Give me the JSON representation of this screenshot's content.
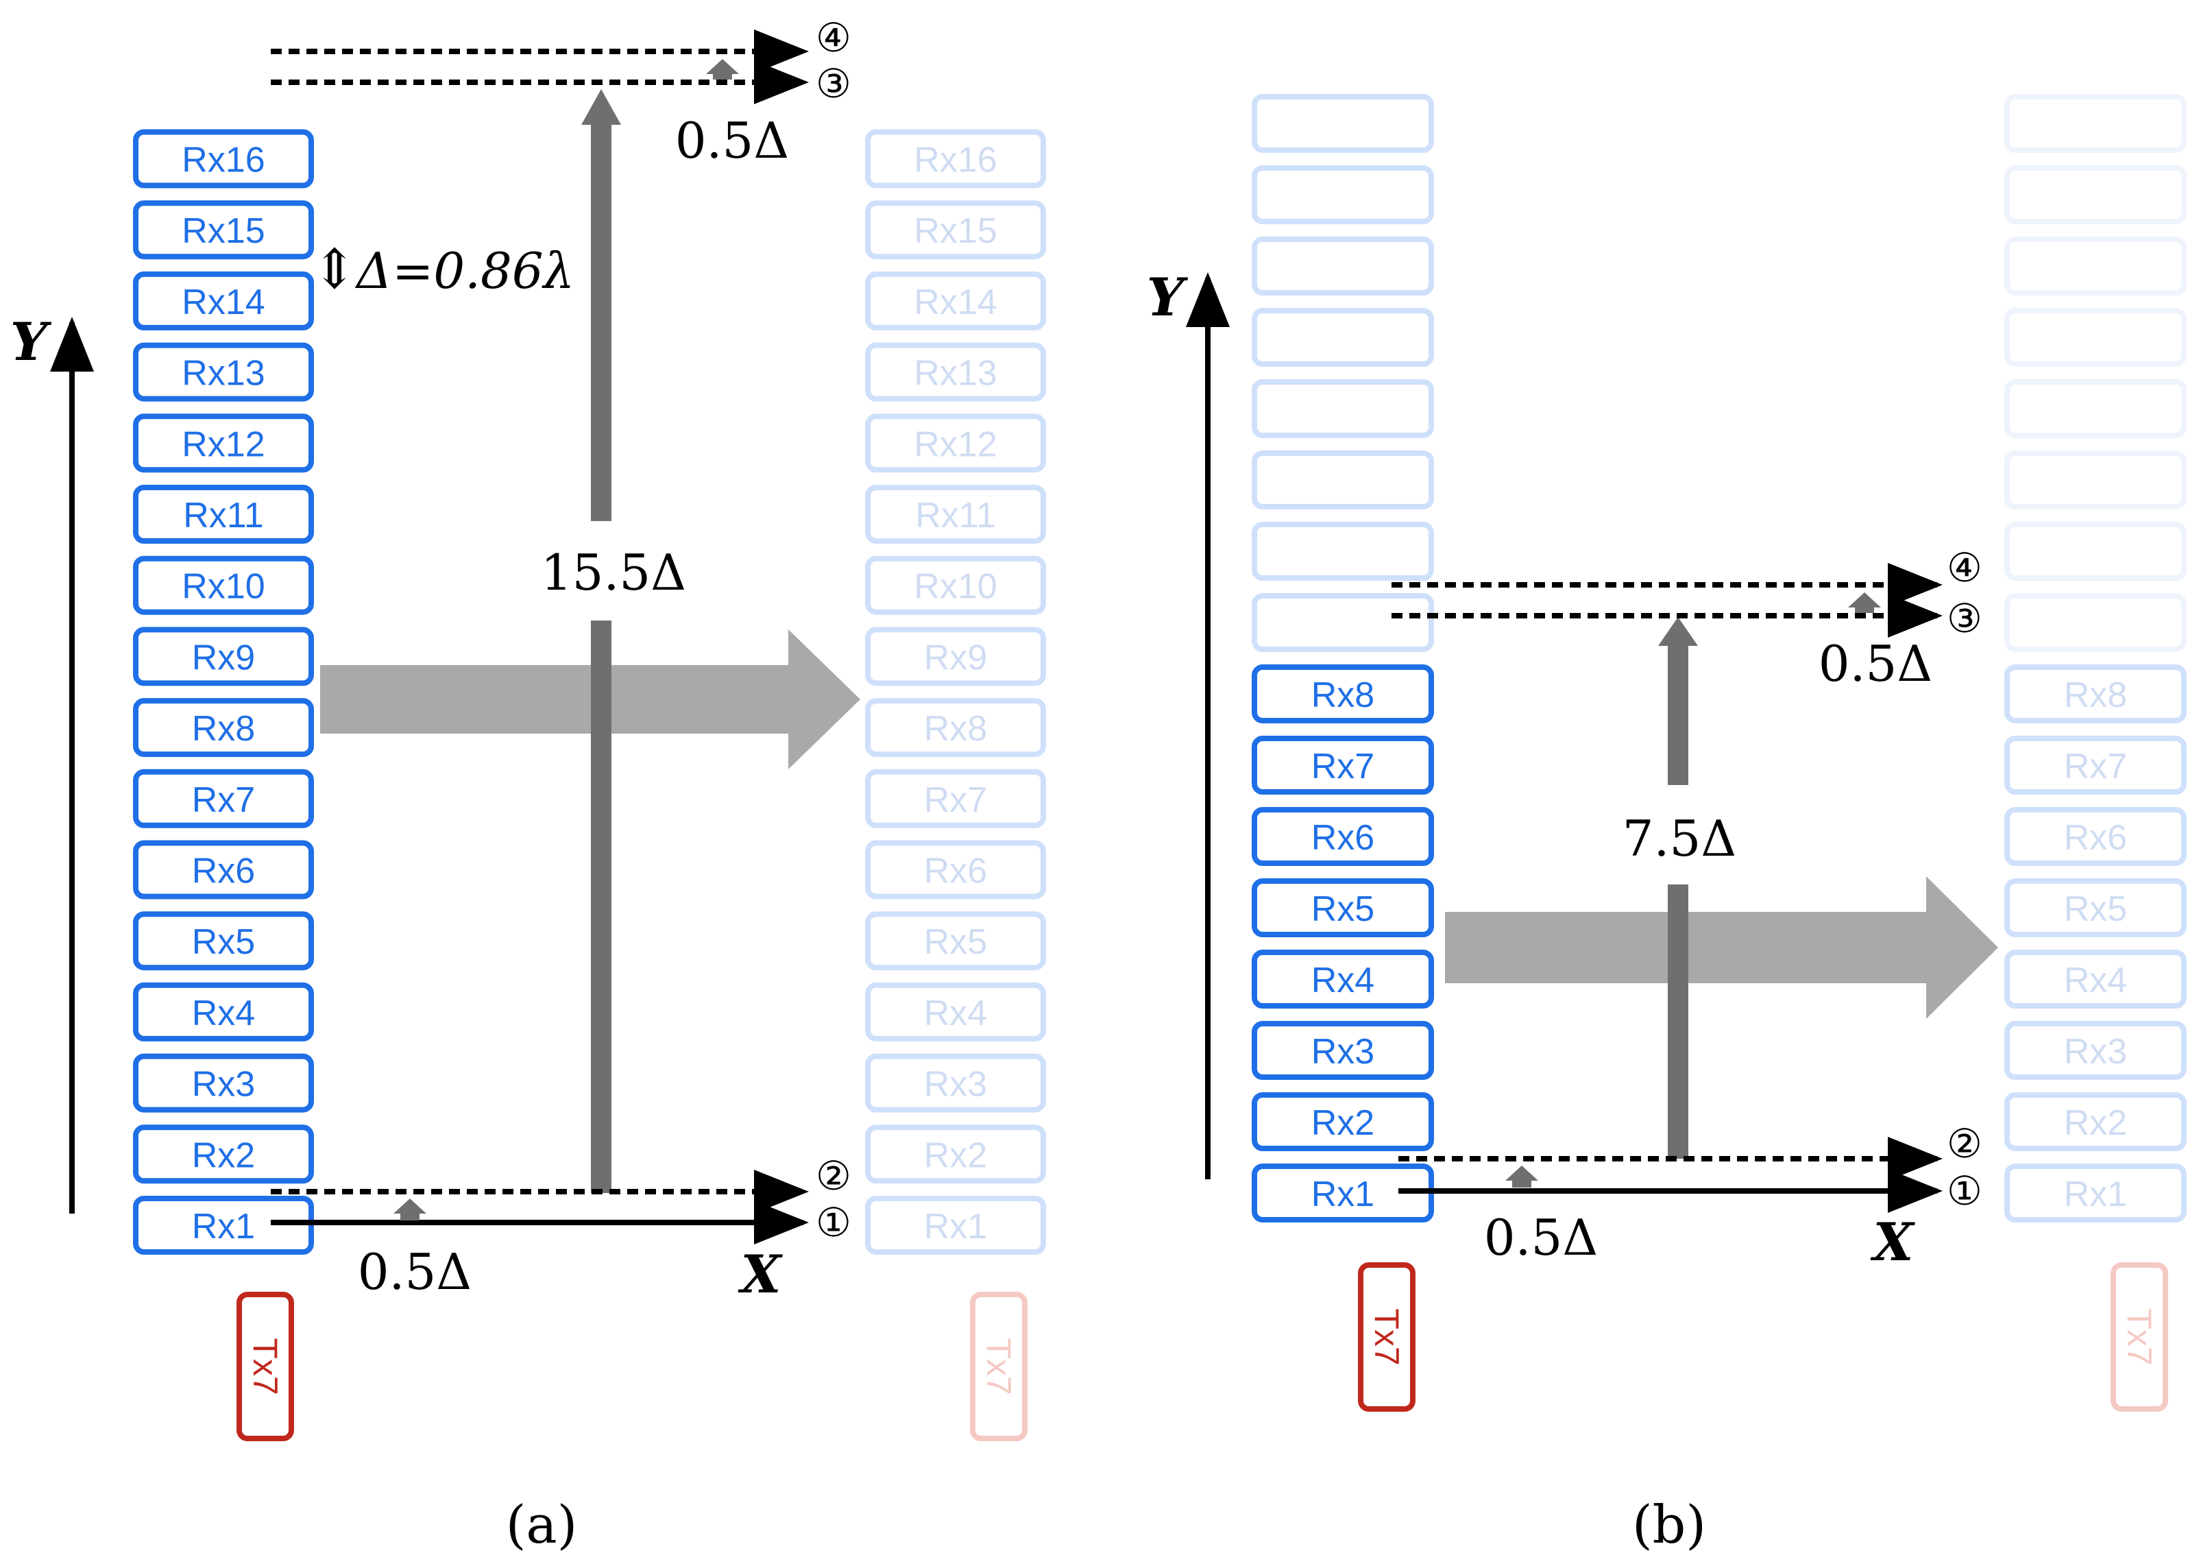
{
  "colors": {
    "rx_stroke": "#1f6fe6",
    "rx_text": "#1f6fe6",
    "rx_ghost": "#cfe0fb",
    "rx_ghost_text": "#cfdcf2",
    "tx_stroke": "#c0281d",
    "tx_text": "#c0281d",
    "tx_ghost": "#f5c9c3",
    "gray_arrow": "#a9a9a9",
    "dark_gray_arrow": "#6f6f6f",
    "black": "#000000"
  },
  "panel_a": {
    "caption": "(a)",
    "rx_labels": [
      "Rx1",
      "Rx2",
      "Rx3",
      "Rx4",
      "Rx5",
      "Rx6",
      "Rx7",
      "Rx8",
      "Rx9",
      "Rx10",
      "Rx11",
      "Rx12",
      "Rx13",
      "Rx14",
      "Rx15",
      "Rx16"
    ],
    "tx_label": "Tx7",
    "spacing_label": "Δ=0.86λ",
    "spacing_symbol": "⇕",
    "vertical_shift_label": "15.5Δ",
    "bottom_offset_label": "0.5Δ",
    "top_offset_label": "0.5Δ",
    "y_axis": "Y",
    "x_axis": "X",
    "markers": [
      "①",
      "②",
      "③",
      "④"
    ]
  },
  "panel_b": {
    "caption": "(b)",
    "rx_labels": [
      "Rx1",
      "Rx2",
      "Rx3",
      "Rx4",
      "Rx5",
      "Rx6",
      "Rx7",
      "Rx8"
    ],
    "tx_label": "Tx7",
    "vertical_shift_label": "7.5Δ",
    "bottom_offset_label": "0.5Δ",
    "top_offset_label": "0.5Δ",
    "y_axis": "Y",
    "x_axis": "X",
    "markers": [
      "①",
      "②",
      "③",
      "④"
    ]
  }
}
